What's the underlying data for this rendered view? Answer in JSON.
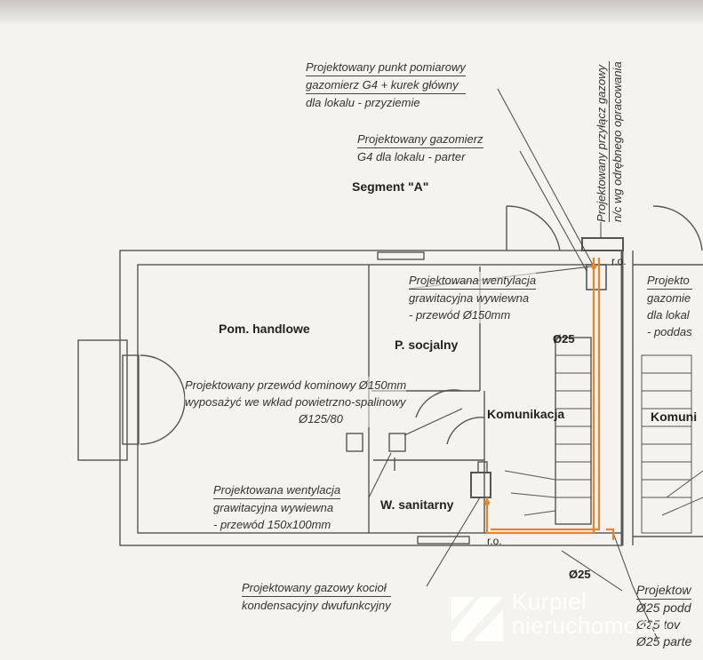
{
  "segment_title": "Segment \"A\"",
  "labels": {
    "meter_point": [
      "Projektowany punkt pomiarowy",
      "gazomierz G4 + kurek główny",
      "dla lokalu - przyziemie"
    ],
    "meter_parter": [
      "Projektowany gazomierz",
      "G4 dla lokalu - parter"
    ],
    "vent_150": [
      "Projektowana wentylacja",
      "grawitacyjna wywiewna",
      "- przewód Ø150mm"
    ],
    "chimney": [
      "Projektowany przewód kominowy Ø150mm",
      "wyposażyć we wkład powietrzno-spalinowy",
      "Ø125/80"
    ],
    "vent_150x100": [
      "Projektowana wentylacja",
      "grawitacyjna wywiewna",
      "- przewód 150x100mm"
    ],
    "boiler": [
      "Projektowany gazowy kocioł",
      "kondensacyjny dwufunkcyjny"
    ],
    "right_meter": [
      "Projekto",
      "gazomie",
      "dla lokal",
      "- poddas"
    ],
    "right_bottom": [
      "Projektow",
      "Ø25 podd",
      "Ø25 tov",
      "Ø25 parte"
    ],
    "gas_connection": [
      "Projektowany przyłącz gazowy",
      "n/c wg odrębnego opracowania"
    ]
  },
  "rooms": {
    "shop": "Pom. handlowe",
    "social": "P. socjalny",
    "communication": "Komunikacja",
    "communication_right": "Komuni",
    "sanitary": "W. sanitarny"
  },
  "dimensions": {
    "d25_riser": "Ø25",
    "d25_bottom": "Ø25",
    "ro_top": "r.o.",
    "ro_bottom": "r.o."
  },
  "watermark": {
    "line1": "Kurpiel",
    "line2": "nieruchomości"
  },
  "colors": {
    "pipe": "#e8842a",
    "wall": "#444444",
    "paper": "#f4f3ef"
  }
}
